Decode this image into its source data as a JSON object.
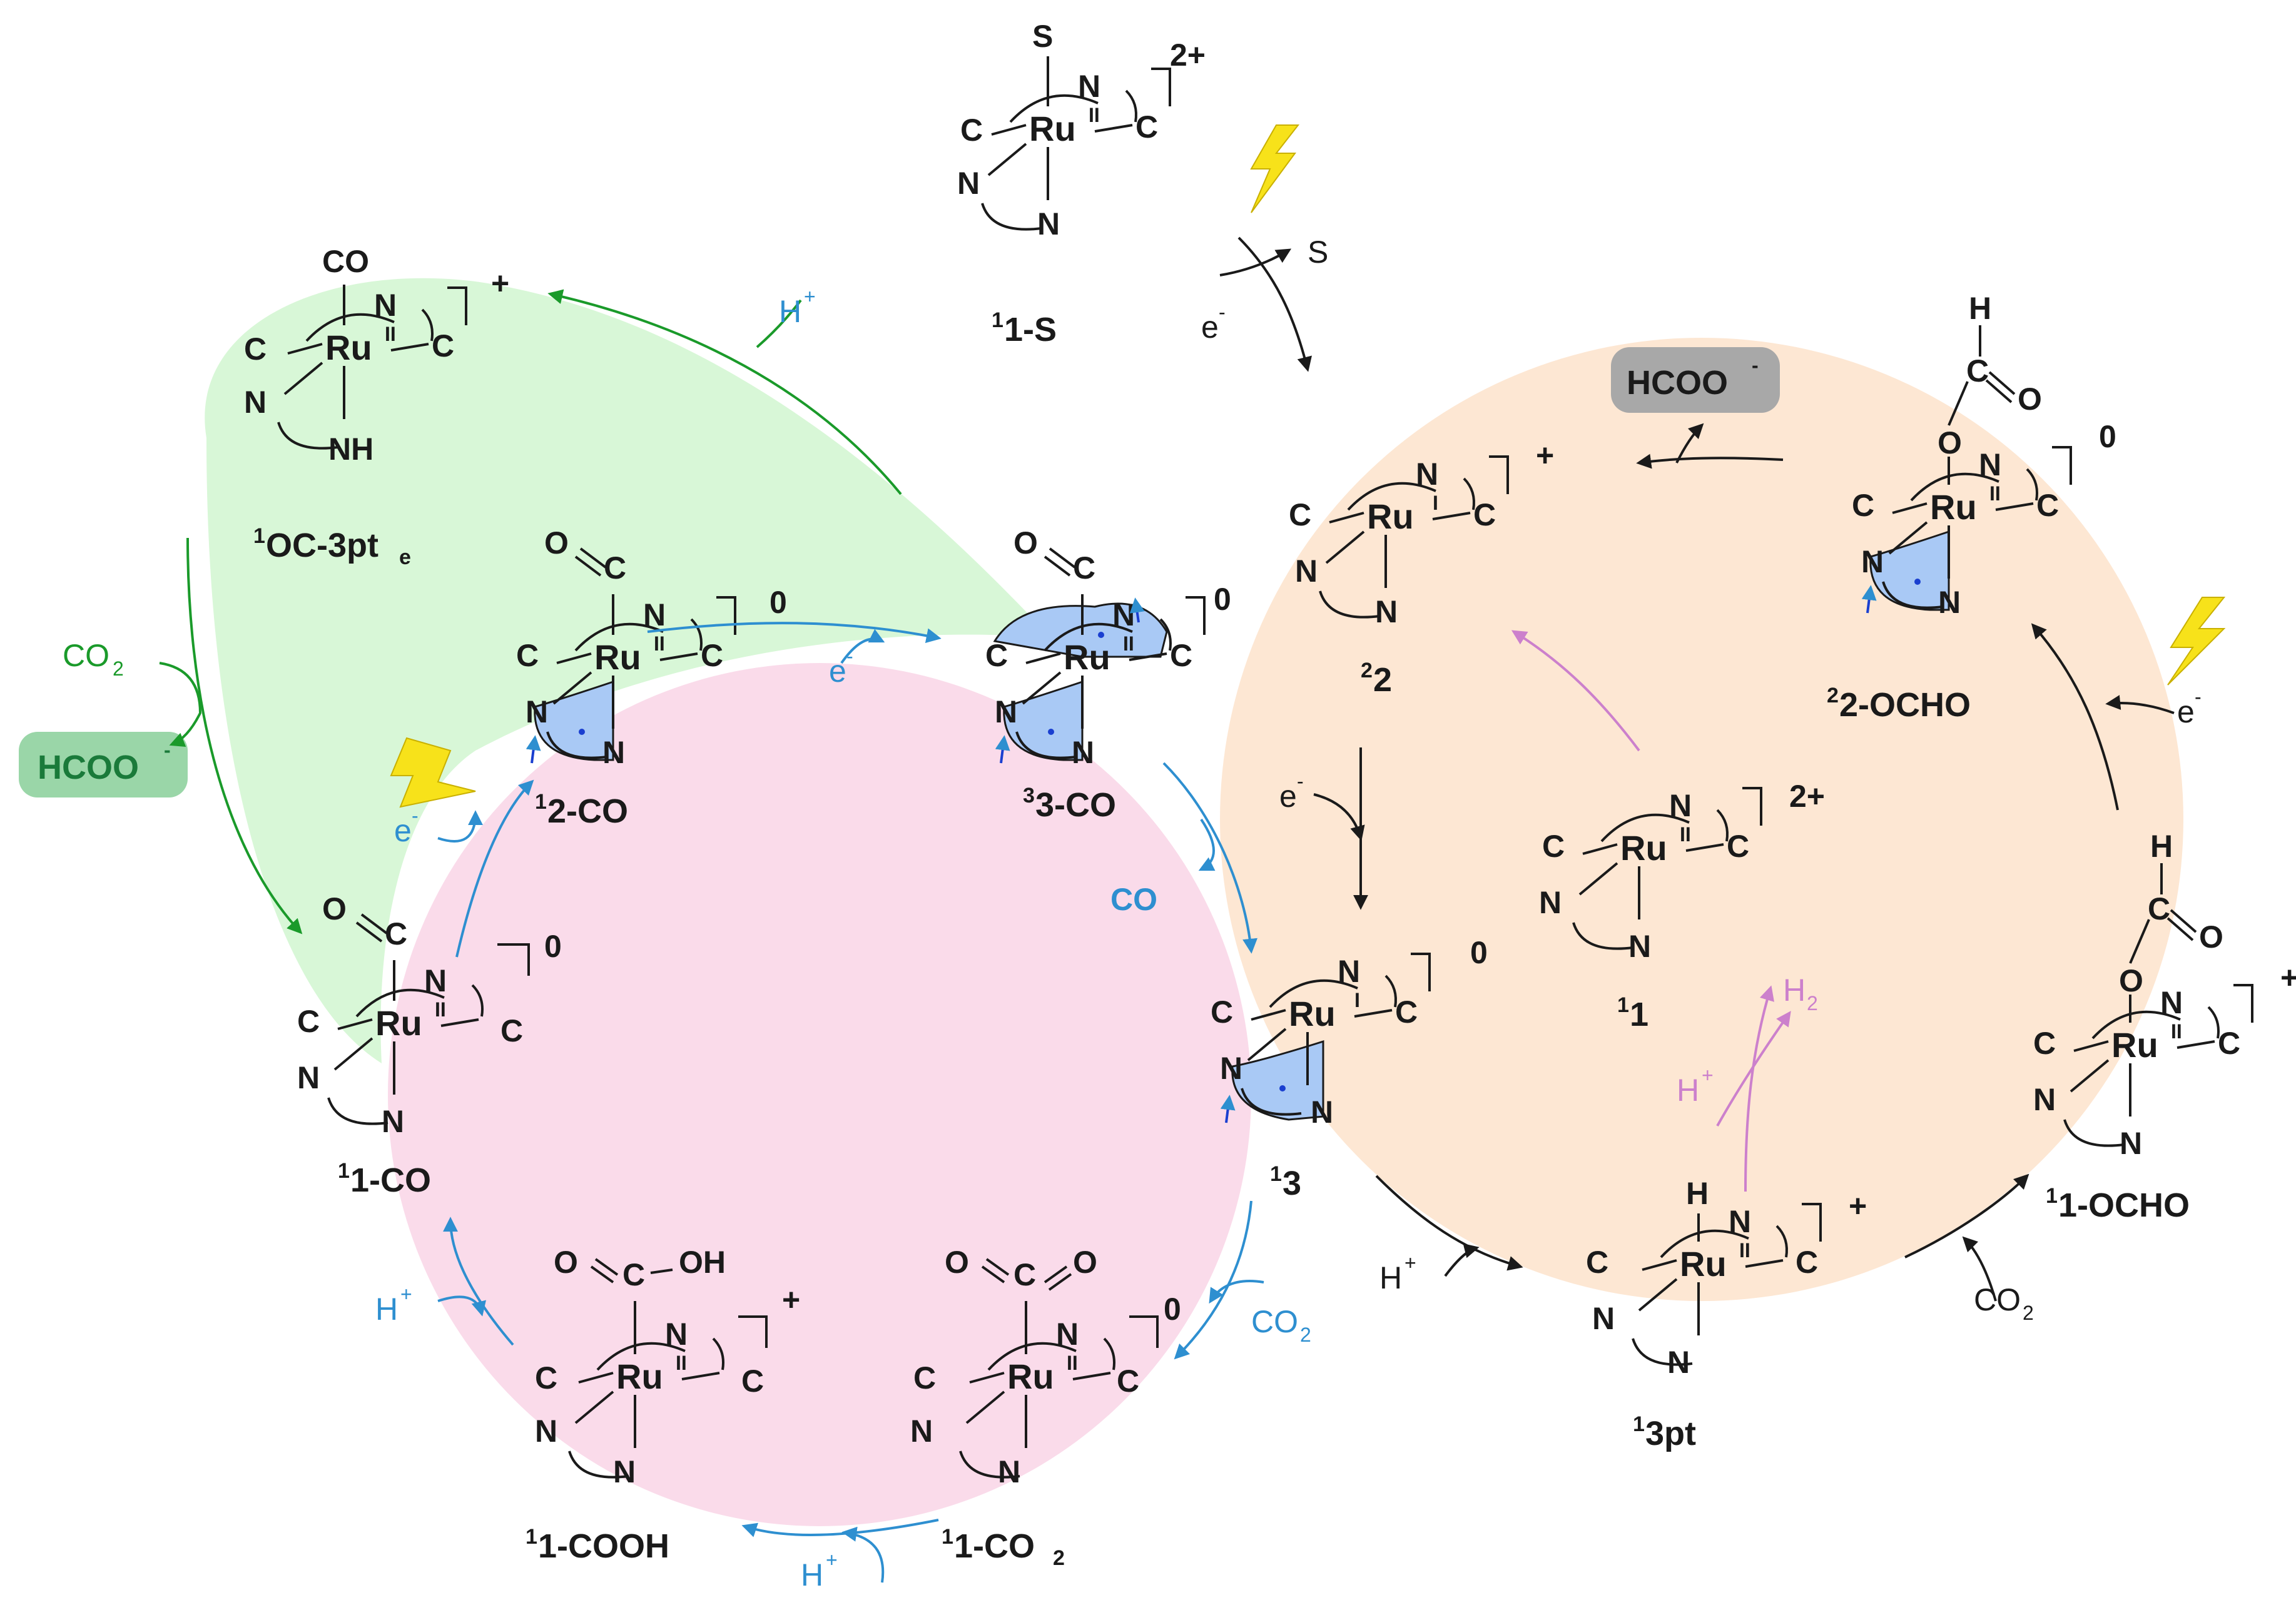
{
  "colors": {
    "green_cycle": "#d8f7d7",
    "pink_cycle": "#fadbea",
    "orange_cycle": "#fde7d3",
    "radical_blue": "#a9c9f5",
    "green_arrow": "#1a9a2a",
    "blue_arrow": "#2e8fd0",
    "purple_arrow": "#cc80cc",
    "black_arrow": "#1a1a1a",
    "lightning": "#f7e21a",
    "hcoo_box_green": "#9ad6a8",
    "hcoo_box_gray": "#a8a8a8"
  },
  "atoms": {
    "ru": "Ru",
    "c": "C",
    "n": "N",
    "s": "S",
    "co": "CO",
    "nh": "NH",
    "o": "O",
    "h": "H",
    "oh": "OH"
  },
  "oxidation": {
    "ru_I": "I",
    "ru_II": "II"
  },
  "charges": {
    "plus": "+",
    "zero": "0",
    "two_plus": "2+"
  },
  "labels": {
    "c1_S": {
      "sup": "1",
      "text": "1-S"
    },
    "c1_OC3pte": {
      "sup": "1",
      "text": "OC-3pt",
      "sub": "e"
    },
    "c12_CO": {
      "sup": "1",
      "text": "2-CO"
    },
    "c33_CO": {
      "sup": "3",
      "text": "3-CO"
    },
    "c22": {
      "sup": "2",
      "text": "2"
    },
    "c22_OCHO": {
      "sup": "2",
      "text": "2-OCHO"
    },
    "c11": {
      "sup": "1",
      "text": "1"
    },
    "c11_CO": {
      "sup": "1",
      "text": "1-CO"
    },
    "c13": {
      "sup": "1",
      "text": "3"
    },
    "c11_OCHO": {
      "sup": "1",
      "text": "1-OCHO"
    },
    "c13pt": {
      "sup": "1",
      "text": "3pt"
    },
    "c11_COOH": {
      "sup": "1",
      "text": "1-COOH"
    },
    "c11_CO2": {
      "sup": "1",
      "text": "1-CO",
      "sub": "2"
    }
  },
  "reagents": {
    "h_plus": {
      "text": "H",
      "sup": "+"
    },
    "e_minus": {
      "text": "e",
      "sup": "-"
    },
    "s": "S",
    "co2": {
      "text": "CO",
      "sub": "2"
    },
    "co": "CO",
    "h2": {
      "text": "H",
      "sub": "2"
    },
    "hcoo_minus": {
      "text": "HCOO",
      "sup": "-"
    }
  }
}
